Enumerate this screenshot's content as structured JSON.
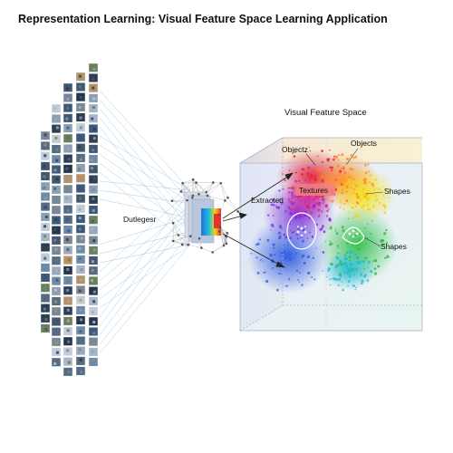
{
  "page": {
    "title": "Representation Learning: Visual Feature Space Learning Application"
  },
  "diagram": {
    "encoder_label": "Dutlegesr",
    "space_title": "Visual Feature Space",
    "cluster_labels": {
      "objects_left": "Objectz",
      "objects_right": "Objects",
      "textures": "Textures",
      "extracted": "Extracted",
      "shapes_top": "Shapes",
      "shapes_bottom": "Shapes"
    }
  },
  "colors": {
    "connector_blue": "#7fb3d9",
    "node_gray": "#555555",
    "cube_edge": "#a9b3c6",
    "textures_box": "#f37f7f"
  }
}
